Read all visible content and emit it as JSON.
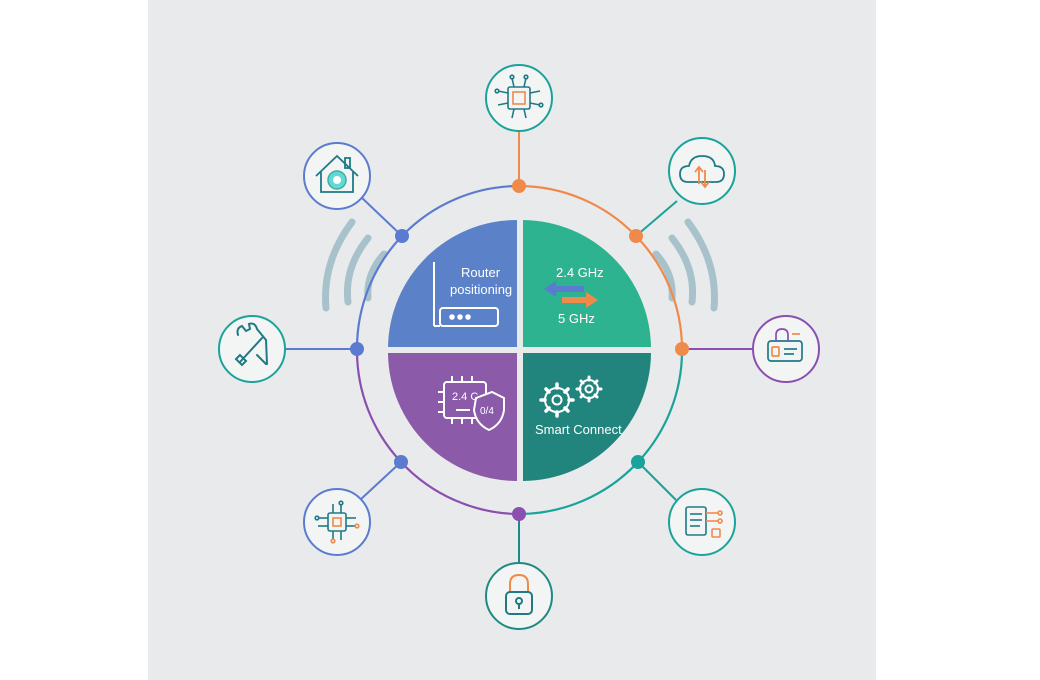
{
  "quadrants": {
    "top_left": {
      "line1": "Router",
      "line2": "positioning",
      "color": "#5b82c9"
    },
    "top_right": {
      "band_a": "2.4 GHz",
      "band_b": "5 GHz",
      "color": "#2db38f"
    },
    "bottom_left": {
      "chip_text": "2.4 C",
      "badge_text": "0/4",
      "color": "#8b5aa8"
    },
    "bottom_right": {
      "label": "Smart Connect",
      "color": "#22857d"
    }
  },
  "nodes": [
    {
      "name": "chip-node",
      "icon": "chip-icon",
      "color": "#1aa39a"
    },
    {
      "name": "cloud-node",
      "icon": "cloud-sync-icon",
      "color": "#1aa39a"
    },
    {
      "name": "device-lock-node",
      "icon": "device-lock-icon",
      "color": "#8a4fb0"
    },
    {
      "name": "checklist-node",
      "icon": "checklist-icon",
      "color": "#1aa39a"
    },
    {
      "name": "padlock-node",
      "icon": "padlock-icon",
      "color": "#1f8a83"
    },
    {
      "name": "processor-node",
      "icon": "processor-icon",
      "color": "#5a7bd0"
    },
    {
      "name": "tools-node",
      "icon": "tools-icon",
      "color": "#1aa39a"
    },
    {
      "name": "home-node",
      "icon": "home-icon",
      "color": "#5a7bd0"
    }
  ],
  "colors": {
    "blue": "#5a7bd0",
    "orange": "#f08a4b",
    "teal": "#1aa39a",
    "purple": "#8a4fb0",
    "wave": "#a8c2cc"
  }
}
